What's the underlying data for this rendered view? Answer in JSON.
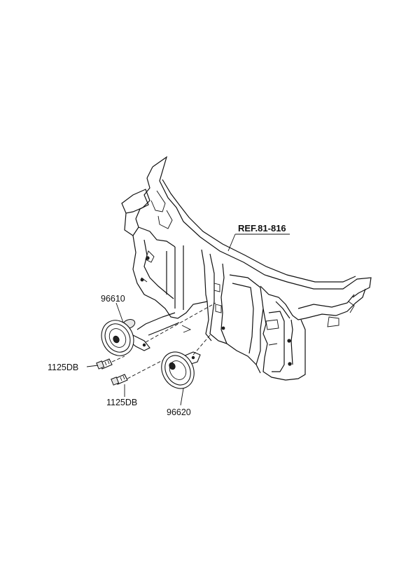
{
  "diagram": {
    "reference_label": "REF.81-816",
    "parts": [
      {
        "id": "horn-high",
        "part_number": "96610"
      },
      {
        "id": "horn-low",
        "part_number": "96620"
      }
    ],
    "bolts": [
      {
        "id": "bolt-upper",
        "part_number": "1125DB"
      },
      {
        "id": "bolt-lower",
        "part_number": "1125DB"
      }
    ]
  }
}
